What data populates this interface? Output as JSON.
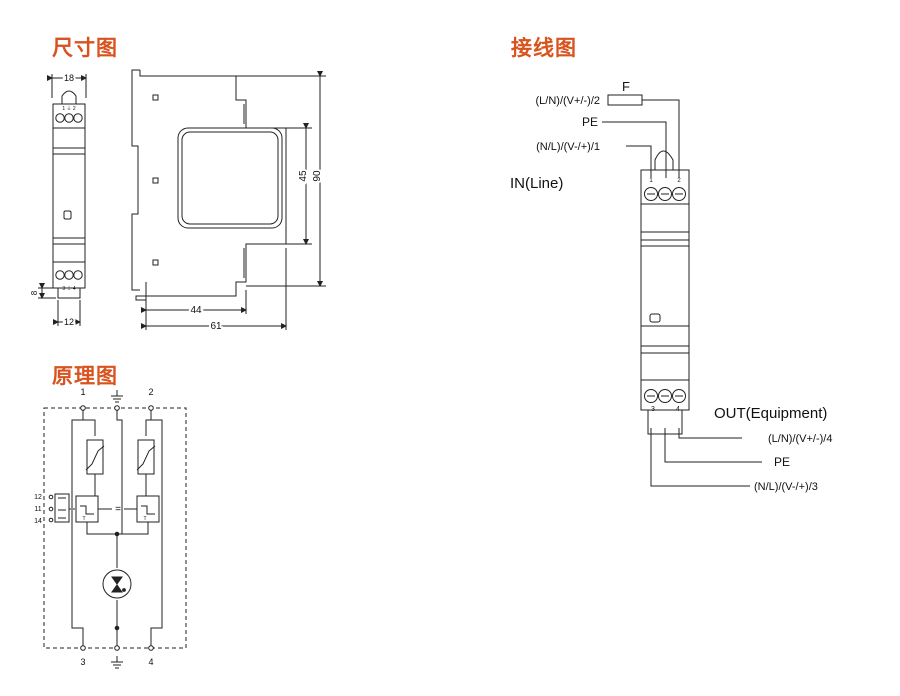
{
  "headings": {
    "dimensions": "尺寸图",
    "wiring": "接线图",
    "schematic": "原理图"
  },
  "dimensions": {
    "width_18": "18",
    "width_12": "12",
    "height_8": "8",
    "height_45": "45",
    "height_90": "90",
    "depth_44": "44",
    "depth_61": "61",
    "top_terminals": "1 ⏚ 2",
    "bottom_terminals": "3 ⏚ 4"
  },
  "wiring": {
    "fuse": "F",
    "in_l": "(L/N)/(V+/-)/2",
    "in_pe": "PE",
    "in_n": "(N/L)/(V-/+)/1",
    "in_label": "IN(Line)",
    "out_label": "OUT(Equipment)",
    "out_l": "(L/N)/(V+/-)/4",
    "out_pe": "PE",
    "out_n": "(N/L)/(V-/+)/3",
    "terminal_top_1": "1",
    "terminal_top_2": "2",
    "terminal_bottom_3": "3",
    "terminal_bottom_4": "4"
  },
  "schematic": {
    "top_1": "1",
    "top_2": "2",
    "bottom_3": "3",
    "bottom_4": "4",
    "contact_12": "12",
    "contact_11": "11",
    "contact_14": "14",
    "thermal_t": "T",
    "equals": "="
  }
}
